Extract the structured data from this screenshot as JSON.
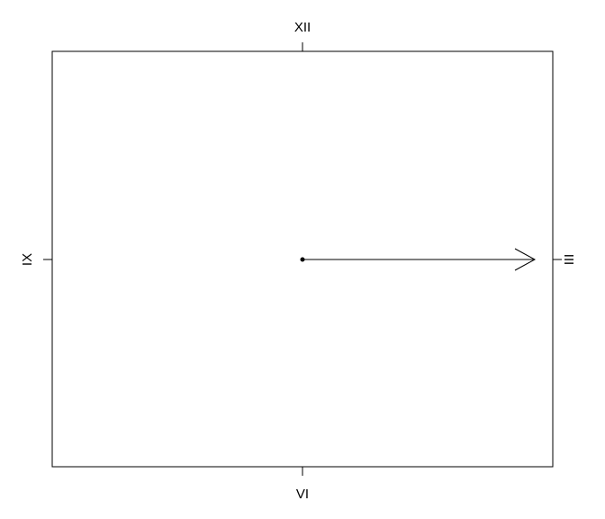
{
  "labels": {
    "top": "XII",
    "right": "III",
    "bottom": "VI",
    "left": "IX"
  },
  "arrow": {
    "direction": "III",
    "color": "#000000"
  },
  "colors": {
    "frame": "#000000",
    "background": "#ffffff"
  }
}
